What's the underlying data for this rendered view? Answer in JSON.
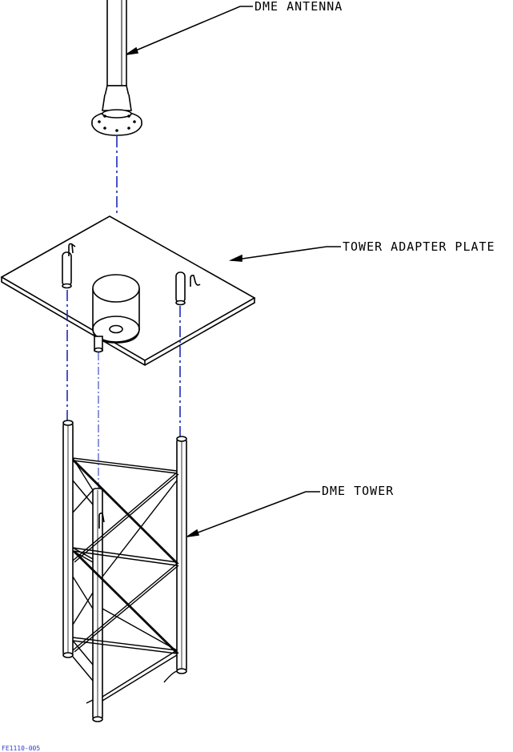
{
  "labels": {
    "antenna": "DME ANTENNA",
    "plate": "TOWER ADAPTER PLATE",
    "tower": "DME TOWER"
  },
  "figure_id": "FE1110-005",
  "colors": {
    "line": "#000000",
    "alignment_line": "#1a2ab8",
    "figure_id": "#2a3ad0",
    "background": "#ffffff"
  }
}
